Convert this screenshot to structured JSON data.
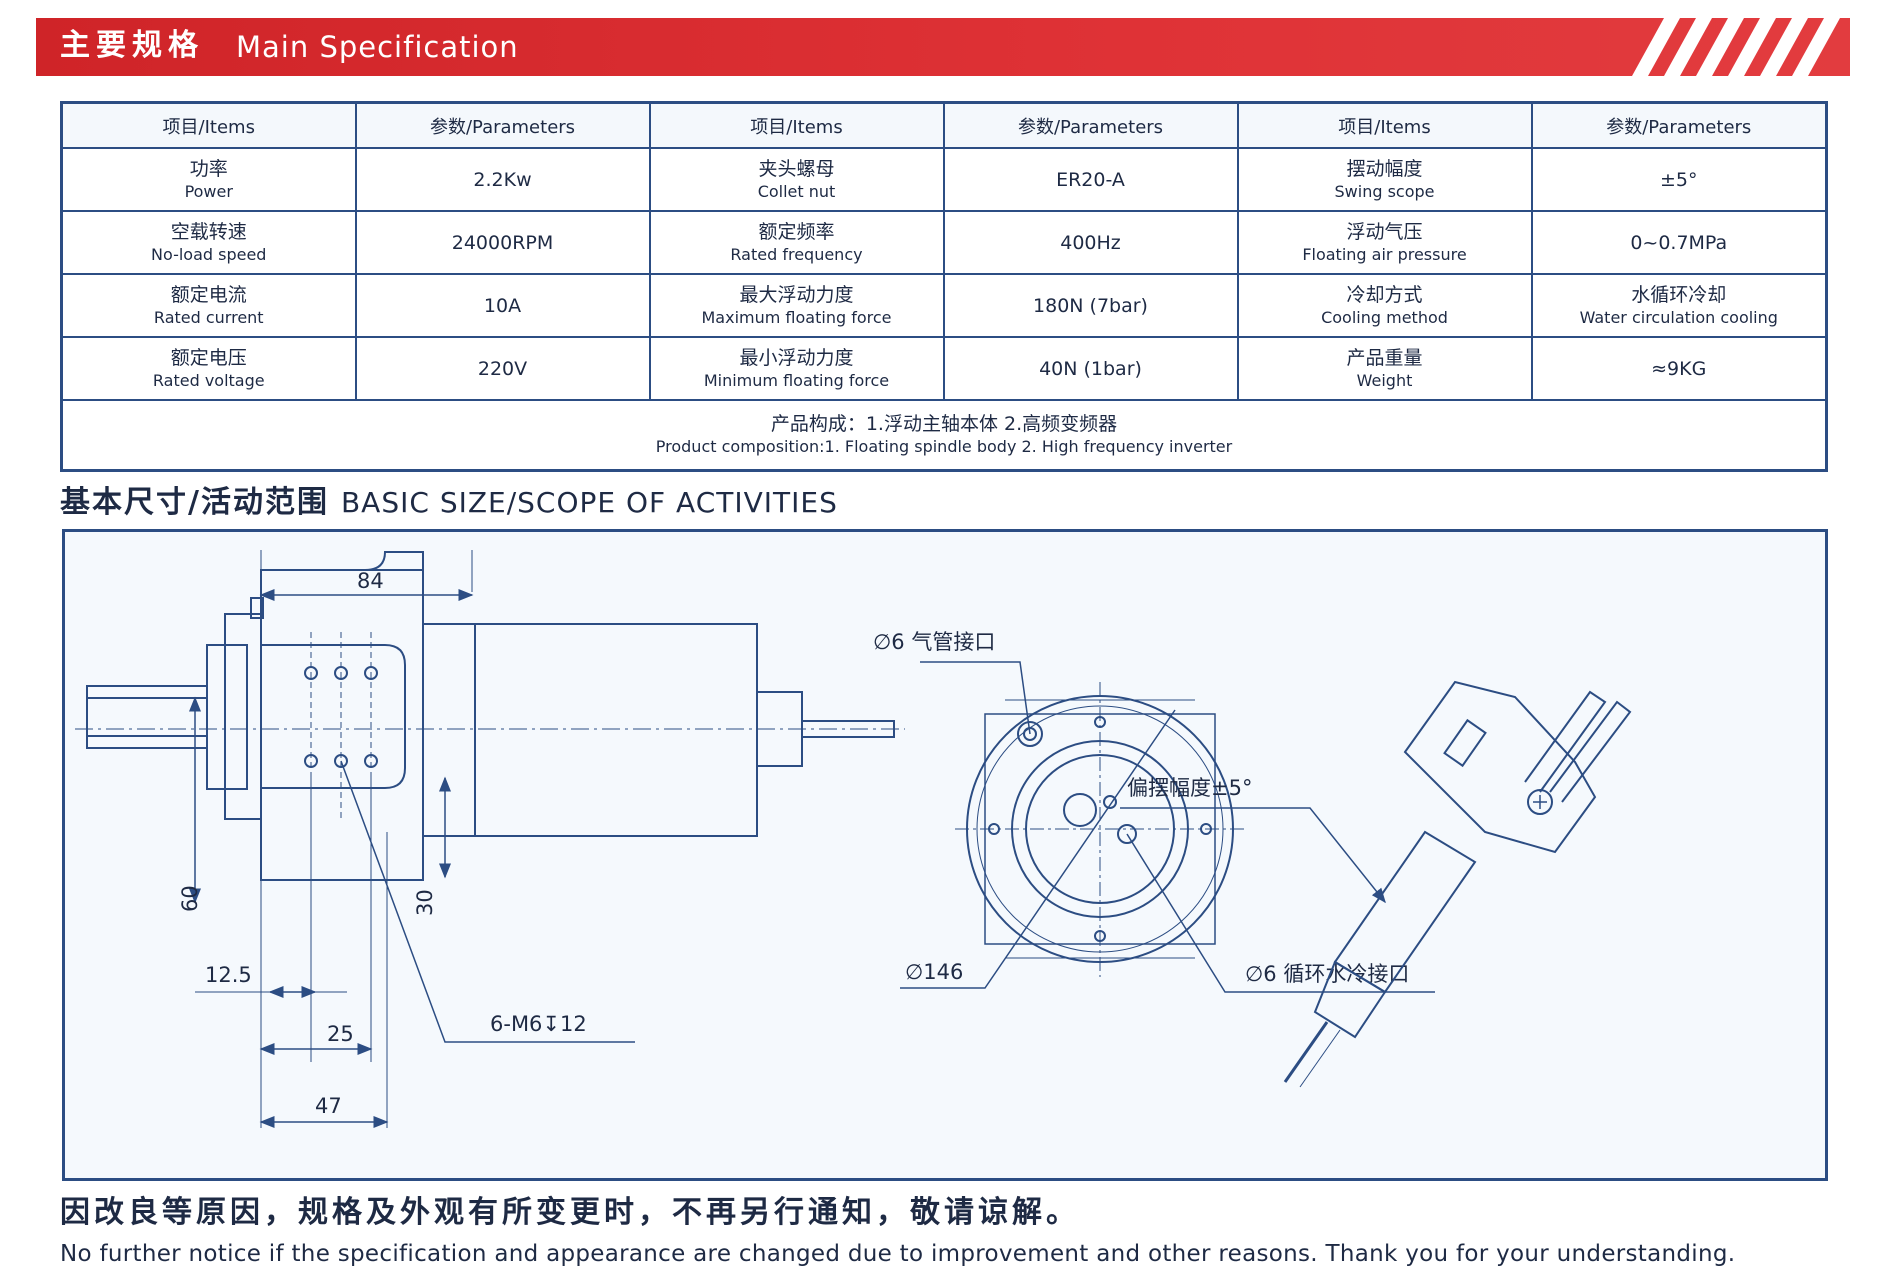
{
  "header": {
    "title_cn": "主要规格",
    "title_en": "Main Specification"
  },
  "spec_table": {
    "headers": [
      "项目/Items",
      "参数/Parameters",
      "项目/Items",
      "参数/Parameters",
      "项目/Items",
      "参数/Parameters"
    ],
    "rows": [
      [
        {
          "cn": "功率",
          "en": "Power"
        },
        {
          "value": "2.2Kw"
        },
        {
          "cn": "夹头螺母",
          "en": "Collet nut"
        },
        {
          "value": "ER20-A"
        },
        {
          "cn": "摆动幅度",
          "en": "Swing scope"
        },
        {
          "value": "±5°"
        }
      ],
      [
        {
          "cn": "空载转速",
          "en": "No-load speed"
        },
        {
          "value": "24000RPM"
        },
        {
          "cn": "额定频率",
          "en": "Rated frequency"
        },
        {
          "value": "400Hz"
        },
        {
          "cn": "浮动气压",
          "en": "Floating air pressure"
        },
        {
          "value": "0~0.7MPa"
        }
      ],
      [
        {
          "cn": "额定电流",
          "en": "Rated current"
        },
        {
          "value": "10A"
        },
        {
          "cn": "最大浮动力度",
          "en": "Maximum floating force"
        },
        {
          "value": "180N (7bar)"
        },
        {
          "cn": "冷却方式",
          "en": "Cooling method"
        },
        {
          "value_cn": "水循环冷却",
          "value_en": "Water circulation cooling"
        }
      ],
      [
        {
          "cn": "额定电压",
          "en": "Rated voltage"
        },
        {
          "value": "220V"
        },
        {
          "cn": "最小浮动力度",
          "en": "Minimum floating force"
        },
        {
          "value": "40N (1bar)"
        },
        {
          "cn": "产品重量",
          "en": "Weight"
        },
        {
          "value": "≈9KG"
        }
      ]
    ],
    "composition": {
      "cn": "产品构成：1.浮动主轴本体 2.高频变频器",
      "en": "Product composition:1. Floating spindle body 2. High frequency inverter"
    }
  },
  "section2": {
    "title_cn": "基本尺寸/活动范围",
    "title_en": "BASIC SIZE/SCOPE OF ACTIVITIES"
  },
  "drawing": {
    "dim_84": "84",
    "dim_60": "60",
    "dim_30": "30",
    "dim_12_5": "12.5",
    "dim_25": "25",
    "dim_47": "47",
    "thread_label": "6-M6↧12",
    "air_port_label": "∅6 气管接口",
    "diameter_label": "∅146",
    "water_port_label": "∅6 循环水冷接口",
    "swing_label": "偏摆幅度±5°"
  },
  "footer": {
    "note_cn": "因改良等原因，规格及外观有所变更时，不再另行通知，敬请谅解。",
    "note_en": "No further notice if the specification and appearance are changed due to improvement and other reasons. Thank you for your understanding."
  },
  "colors": {
    "banner_red": "#d92d31",
    "line_blue": "#2c4d83",
    "panel_bg": "#f5f9fd"
  }
}
